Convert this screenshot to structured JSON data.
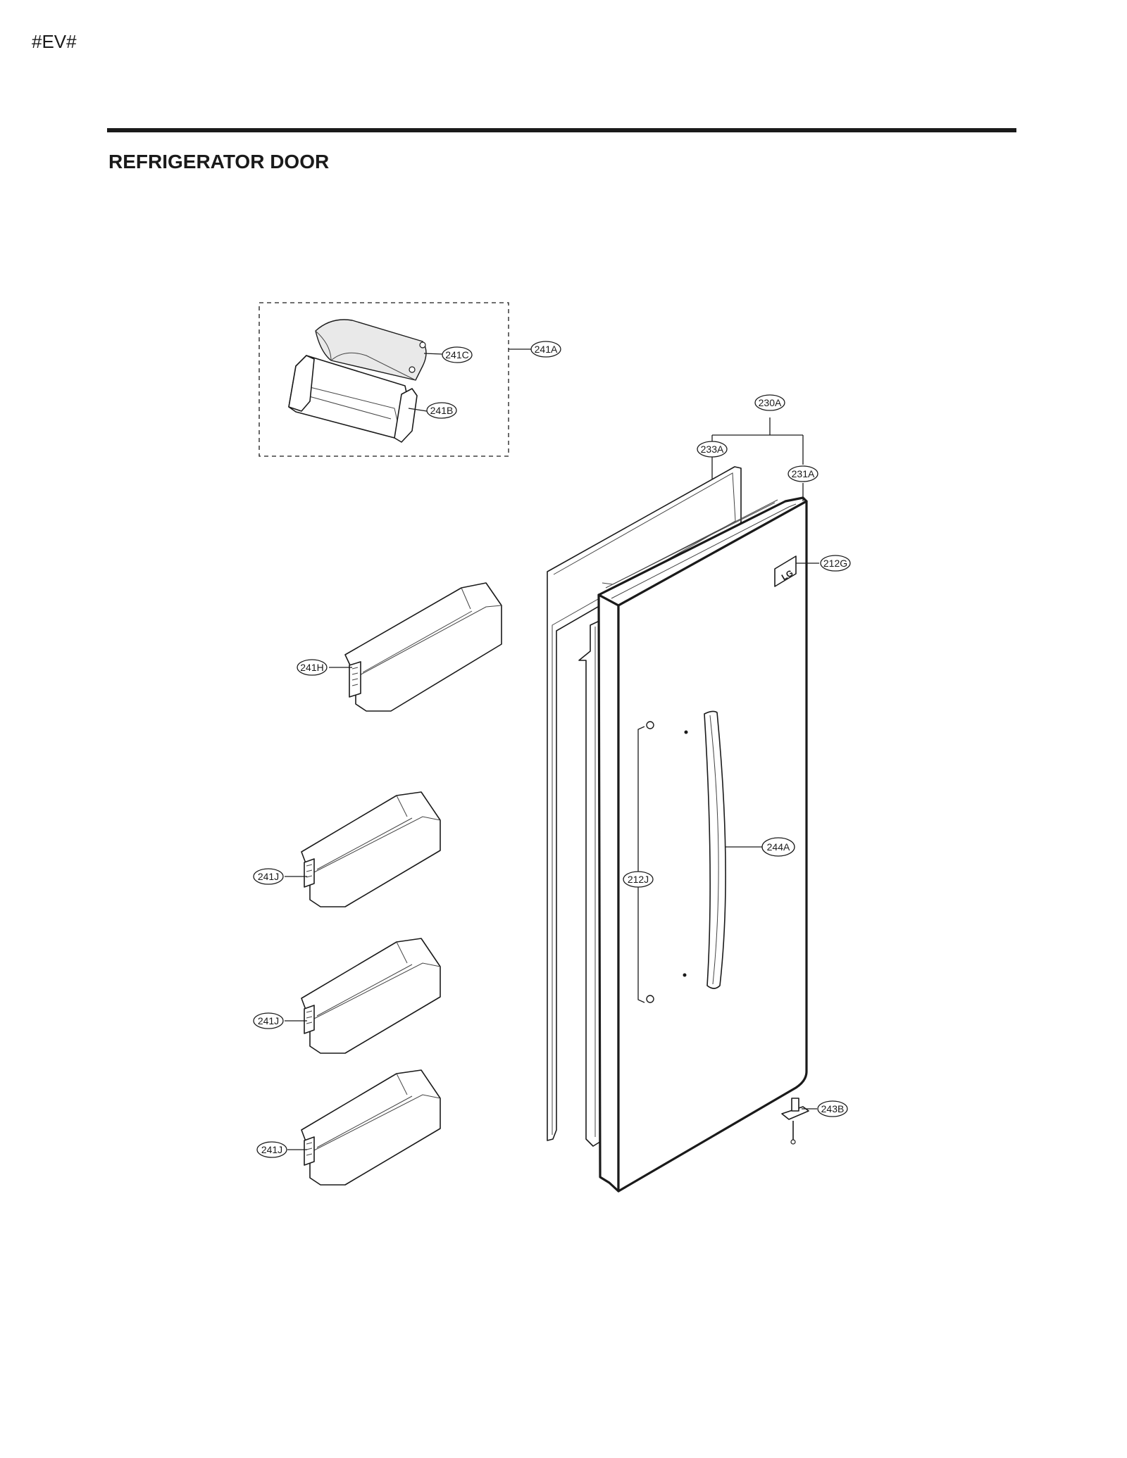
{
  "page": {
    "code": "#EV#",
    "title": "REFRIGERATOR DOOR"
  },
  "callouts": {
    "c241A": "241A",
    "c241C": "241C",
    "c241B": "241B",
    "c230A": "230A",
    "c233A": "233A",
    "c231A": "231A",
    "c212G": "212G",
    "c241H": "241H",
    "c244A": "244A",
    "c212J": "212J",
    "c241J_1": "241J",
    "c241J_2": "241J",
    "c241J_3": "241J",
    "c243B": "243B"
  },
  "logo_text": "LG"
}
